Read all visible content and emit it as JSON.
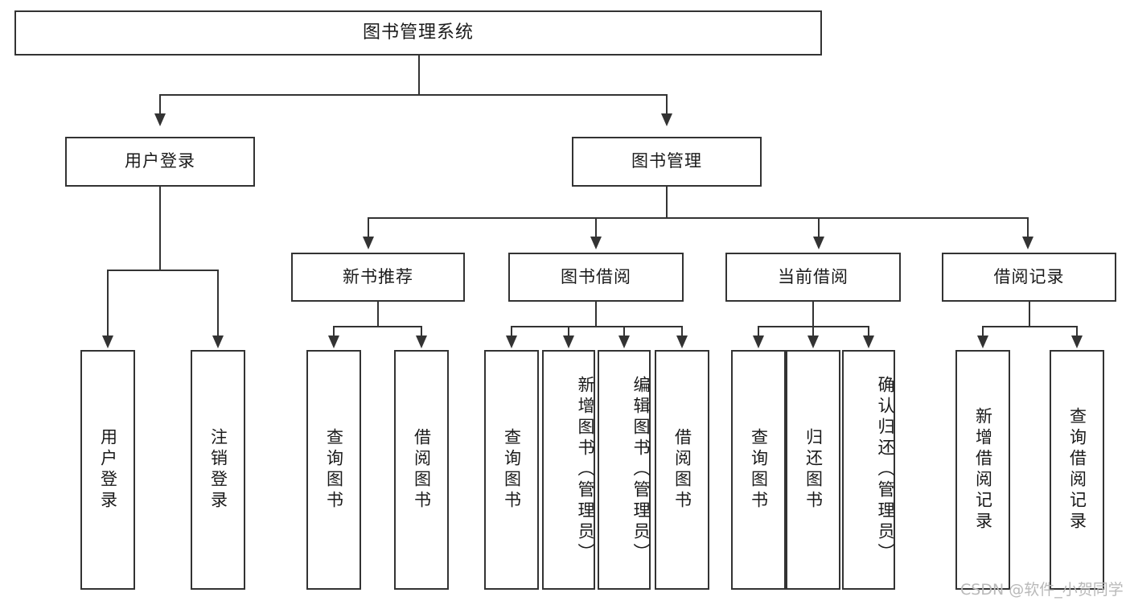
{
  "diagram": {
    "type": "tree-hierarchy",
    "title": "图书管理系统",
    "root": {
      "label": "图书管理系统"
    },
    "level2": [
      {
        "id": "user-login",
        "label": "用户登录"
      },
      {
        "id": "book-manage",
        "label": "图书管理"
      }
    ],
    "level3": [
      {
        "id": "new-book-recommend",
        "label": "新书推荐",
        "parent": "book-manage"
      },
      {
        "id": "book-borrow",
        "label": "图书借阅",
        "parent": "book-manage"
      },
      {
        "id": "current-borrow",
        "label": "当前借阅",
        "parent": "book-manage"
      },
      {
        "id": "borrow-record",
        "label": "借阅记录",
        "parent": "book-manage"
      }
    ],
    "leaves": [
      {
        "id": "leaf-user-login",
        "label": "用户登录",
        "parent": "user-login"
      },
      {
        "id": "leaf-logout-login",
        "label": "注销登录",
        "parent": "user-login"
      },
      {
        "id": "leaf-query-book-1",
        "label": "查询图书",
        "parent": "new-book-recommend"
      },
      {
        "id": "leaf-borrow-book-1",
        "label": "借阅图书",
        "parent": "new-book-recommend"
      },
      {
        "id": "leaf-query-book-2",
        "label": "查询图书",
        "parent": "book-borrow"
      },
      {
        "id": "leaf-add-book",
        "label": "新增图书（管理员）",
        "parent": "book-borrow"
      },
      {
        "id": "leaf-edit-book",
        "label": "编辑图书（管理员）",
        "parent": "book-borrow"
      },
      {
        "id": "leaf-borrow-book-2",
        "label": "借阅图书",
        "parent": "book-borrow"
      },
      {
        "id": "leaf-query-book-3",
        "label": "查询图书",
        "parent": "current-borrow"
      },
      {
        "id": "leaf-return-book",
        "label": "归还图书",
        "parent": "current-borrow"
      },
      {
        "id": "leaf-confirm-return",
        "label": "确认归还（管理员）",
        "parent": "current-borrow"
      },
      {
        "id": "leaf-add-record",
        "label": "新增借阅记录",
        "parent": "borrow-record"
      },
      {
        "id": "leaf-query-record",
        "label": "查询借阅记录",
        "parent": "borrow-record"
      }
    ]
  },
  "watermark": {
    "text": "CSDN @软件_小贺同学"
  },
  "colors": {
    "stroke": "#333333",
    "background": "#ffffff",
    "text": "#1a1a1a",
    "watermark": "#b9b9b9"
  }
}
